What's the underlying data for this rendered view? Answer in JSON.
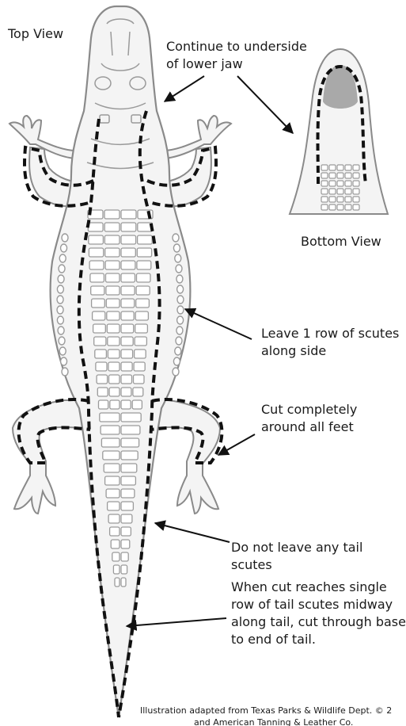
{
  "labels": {
    "top_view": "Top View",
    "bottom_view": "Bottom View",
    "lower_jaw": "Continue to underside\nof lower jaw",
    "side_scutes": "Leave 1 row of scutes\nalong side",
    "feet": "Cut completely\naround all feet",
    "tail_scutes": "Do not leave any tail scutes",
    "tail_cut": "When cut reaches single\nrow of tail scutes midway\nalong tail, cut through base\nto end of tail.",
    "credit_line1": "Illustration adapted from Texas Parks & Wildlife Dept. © 2",
    "credit_line2": "and American Tanning & Leather Co."
  },
  "colors": {
    "outline": "#8a8a8a",
    "body_fill": "#f4f4f4",
    "scute_fill": "#ffffff",
    "cut_line": "#111111",
    "arrow": "#111111",
    "mouth_fill": "#a9a9a9"
  }
}
